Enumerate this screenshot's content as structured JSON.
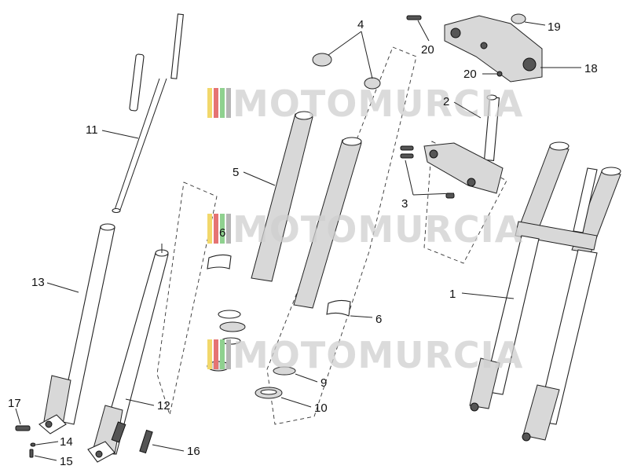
{
  "watermark": {
    "text": "MOTOMURCIA",
    "colors": [
      "#f2d86b",
      "#e57373",
      "#8fd18f",
      "#b5b5b5"
    ]
  },
  "callouts": [
    {
      "id": "1",
      "label": "1"
    },
    {
      "id": "2",
      "label": "2"
    },
    {
      "id": "3",
      "label": "3"
    },
    {
      "id": "4",
      "label": "4"
    },
    {
      "id": "5",
      "label": "5"
    },
    {
      "id": "6a",
      "label": "6"
    },
    {
      "id": "6b",
      "label": "6"
    },
    {
      "id": "9",
      "label": "9"
    },
    {
      "id": "10",
      "label": "10"
    },
    {
      "id": "11",
      "label": "11"
    },
    {
      "id": "12",
      "label": "12"
    },
    {
      "id": "13",
      "label": "13"
    },
    {
      "id": "14",
      "label": "14"
    },
    {
      "id": "15",
      "label": "15"
    },
    {
      "id": "16",
      "label": "16"
    },
    {
      "id": "17",
      "label": "17"
    },
    {
      "id": "18",
      "label": "18"
    },
    {
      "id": "19",
      "label": "19"
    },
    {
      "id": "20a",
      "label": "20"
    },
    {
      "id": "20b",
      "label": "20"
    }
  ]
}
